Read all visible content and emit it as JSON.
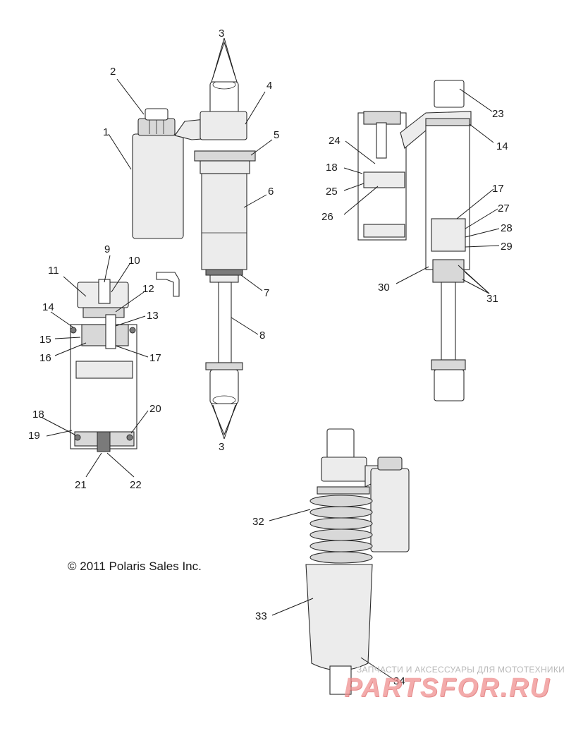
{
  "copyright": "© 2011 Polaris Sales Inc.",
  "watermark": {
    "tagline": "ЗАПЧАСТИ И АКСЕССУАРЫ ДЛЯ МОТОТЕХНИКИ",
    "brand": "PARTSFOR.RU",
    "color": "#ef8f8f"
  },
  "callouts": {
    "c1": "1",
    "c2": "2",
    "c3a": "3",
    "c3b": "3",
    "c4": "4",
    "c5": "5",
    "c6": "6",
    "c7": "7",
    "c8": "8",
    "c9": "9",
    "c10": "10",
    "c11": "11",
    "c12": "12",
    "c13": "13",
    "c14a": "14",
    "c14b": "14",
    "c15": "15",
    "c16": "16",
    "c17a": "17",
    "c17b": "17",
    "c18a": "18",
    "c18b": "18",
    "c19": "19",
    "c20": "20",
    "c21": "21",
    "c22": "22",
    "c23": "23",
    "c24": "24",
    "c25": "25",
    "c26": "26",
    "c27": "27",
    "c28": "28",
    "c29": "29",
    "c30": "30",
    "c31": "31",
    "c32": "32",
    "c33": "33",
    "c34": "34"
  }
}
